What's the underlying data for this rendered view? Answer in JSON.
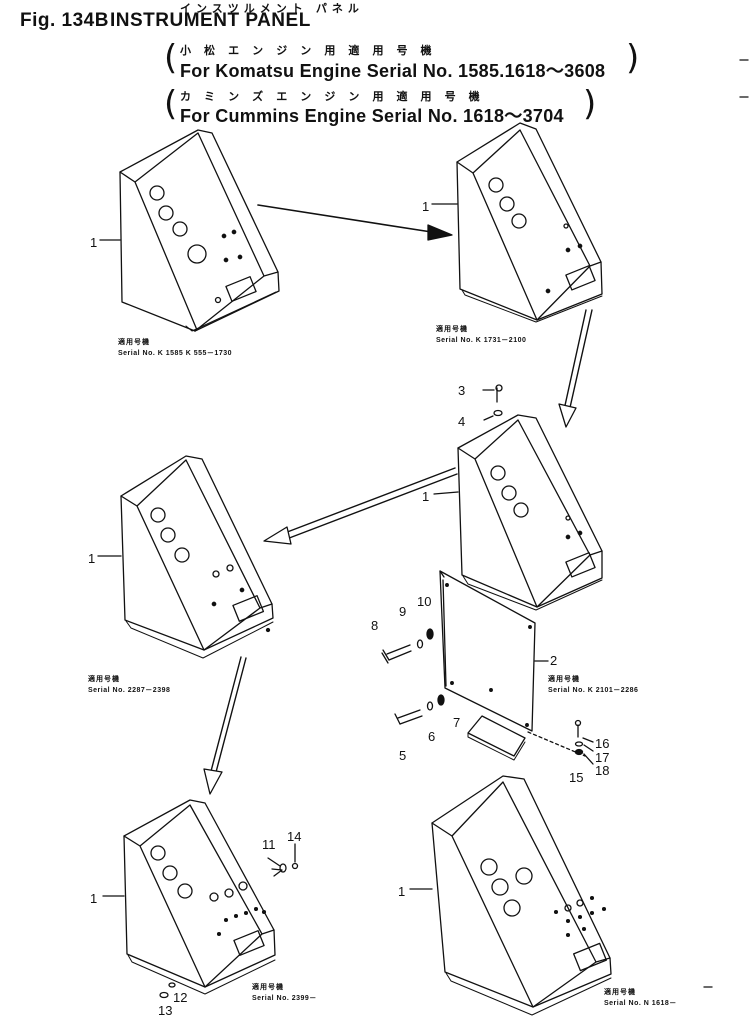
{
  "figure": {
    "label": "Fig. 134B",
    "title": "INSTRUMENT PANEL"
  },
  "header": {
    "kana_title": "インスツルメント パネル",
    "komatsu_jp": "小 松 エ ン ジ ン 用 適 用 号 機",
    "komatsu_en": "For Komatsu Engine Serial No. 1585.1618～3608",
    "cummins_jp": "カ ミ ン ズ エ ン ジ ン 用 適 用 号 機",
    "cummins_en": "For Cummins Engine Serial No. 1618～3704"
  },
  "captions": [
    {
      "jp": "適用号機",
      "en": "Serial No. K 1585  K  555－1730"
    },
    {
      "jp": "適用号機",
      "en": "Serial No. K 1731－2100"
    },
    {
      "jp": "適用号機",
      "en": "Serial No. 2287－2398"
    },
    {
      "jp": "適用号機",
      "en": "Serial No. K 2101－2286"
    },
    {
      "jp": "適用号機",
      "en": "Serial No. 2399－"
    },
    {
      "jp": "適用号機",
      "en": "Serial No. N 1618－"
    }
  ],
  "part_numbers": [
    "1",
    "1",
    "1",
    "1",
    "1",
    "1",
    "2",
    "3",
    "4",
    "5",
    "6",
    "7",
    "8",
    "9",
    "10",
    "11",
    "12",
    "13",
    "14",
    "15",
    "16",
    "17",
    "18"
  ]
}
